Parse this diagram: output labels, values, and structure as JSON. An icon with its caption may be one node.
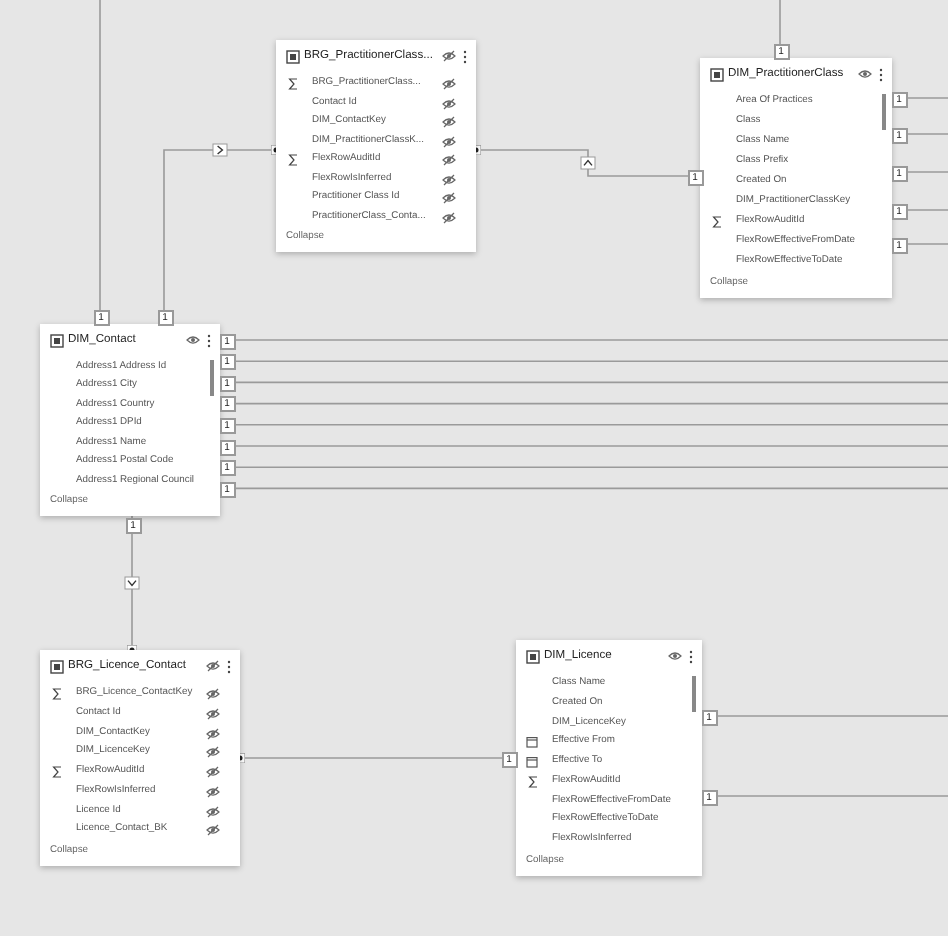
{
  "diagram": {
    "nodes": [
      {
        "text": [
          "BRG_PractitionerClass...",
          "BRG_PractitionerClass...",
          "Contact Id",
          "DIM_ContactKey",
          "DIM_PractitionerClassK...",
          "FlexRowAuditId",
          "FlexRowIsInferred",
          "Practitioner Class Id",
          "PractitionerClass_Conta...",
          "Collapse"
        ]
      },
      {
        "text": [
          "DIM_PractitionerClass",
          "Area Of Practices",
          "Class",
          "Class Name",
          "Class Prefix",
          "Created On",
          "DIM_PractitionerClassKey",
          "FlexRowAuditId",
          "FlexRowEffectiveFromDate",
          "FlexRowEffectiveToDate",
          "Collapse"
        ]
      },
      {
        "text": [
          "DIM_Contact",
          "Address1 Address Id",
          "Address1 City",
          "Address1 Country",
          "Address1 DPId",
          "Address1 Name",
          "Address1 Postal Code",
          "Address1 Regional Council",
          "Collapse"
        ]
      },
      {
        "text": [
          "BRG_Licence_Contact",
          "BRG_Licence_ContactKey",
          "Contact Id",
          "DIM_ContactKey",
          "DIM_LicenceKey",
          "FlexRowAuditId",
          "FlexRowIsInferred",
          "Licence Id",
          "Licence_Contact_BK",
          "Collapse"
        ]
      },
      {
        "text": [
          "DIM_Licence",
          "Class Name",
          "Created On",
          "DIM_LicenceKey",
          "Effective From",
          "Effective To",
          "FlexRowAuditId",
          "FlexRowEffectiveFromDate",
          "FlexRowEffectiveToDate",
          "FlexRowIsInferred",
          "Collapse"
        ]
      }
    ],
    "edges": [
      {
        "from": 2,
        "to": 0,
        "arrow": "other"
      },
      {
        "from": 1,
        "to": 0,
        "arrow": "other"
      },
      {
        "from": 2,
        "to": 3,
        "arrow": "other"
      },
      {
        "from": 4,
        "to": 3,
        "arrow": "other"
      },
      {
        "from": 2,
        "to": null,
        "arrow": "none"
      },
      {
        "from": 2,
        "to": null,
        "arrow": "none"
      },
      {
        "from": 2,
        "to": null,
        "arrow": "none"
      },
      {
        "from": 2,
        "to": null,
        "arrow": "none"
      },
      {
        "from": 2,
        "to": null,
        "arrow": "none"
      },
      {
        "from": 2,
        "to": null,
        "arrow": "none"
      },
      {
        "from": 2,
        "to": null,
        "arrow": "none"
      },
      {
        "from": 2,
        "to": null,
        "arrow": "none"
      },
      {
        "from": 2,
        "to": null,
        "arrow": "none"
      },
      {
        "from": 1,
        "to": null,
        "arrow": "none"
      },
      {
        "from": 1,
        "to": null,
        "arrow": "none"
      },
      {
        "from": 1,
        "to": null,
        "arrow": "none"
      },
      {
        "from": 1,
        "to": null,
        "arrow": "none"
      },
      {
        "from": 1,
        "to": null,
        "arrow": "none"
      },
      {
        "from": 1,
        "to": null,
        "arrow": "none"
      },
      {
        "from": 4,
        "to": null,
        "arrow": "none"
      },
      {
        "from": 4,
        "to": null,
        "arrow": "none"
      }
    ],
    "labels": [
      "1",
      "1",
      "1",
      "1",
      "1",
      "1",
      "1",
      "1",
      "1",
      "1",
      "1",
      "1",
      "1",
      "1",
      "1",
      "1",
      "1",
      "1",
      "1",
      "1",
      "1"
    ]
  }
}
